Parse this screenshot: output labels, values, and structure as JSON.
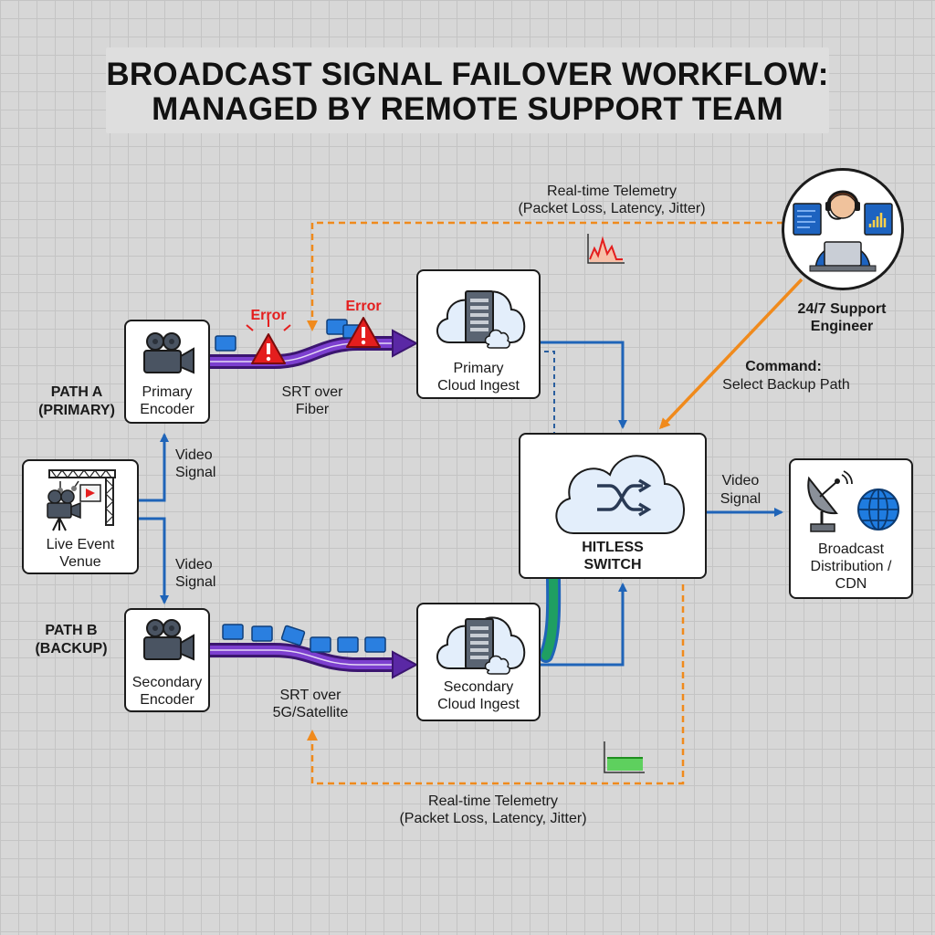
{
  "title": {
    "line1": "BROADCAST SIGNAL FAILOVER WORKFLOW:",
    "line2": "MANAGED BY REMOTE SUPPORT TEAM"
  },
  "nodes": {
    "venue": {
      "line1": "Live Event",
      "line2": "Venue"
    },
    "primary_encoder": {
      "line1": "Primary",
      "line2": "Encoder"
    },
    "secondary_encoder": {
      "line1": "Secondary",
      "line2": "Encoder"
    },
    "primary_ingest": {
      "line1": "Primary",
      "line2": "Cloud Ingest"
    },
    "secondary_ingest": {
      "line1": "Secondary",
      "line2": "Cloud Ingest"
    },
    "hitless_switch": {
      "line1": "HITLESS",
      "line2": "SWITCH"
    },
    "distribution": {
      "line1": "Broadcast",
      "line2": "Distribution /",
      "line3": "CDN"
    },
    "engineer": {
      "line1": "24/7 Support",
      "line2": "Engineer"
    }
  },
  "labels": {
    "path_a": {
      "line1": "PATH A",
      "line2": "(PRIMARY)"
    },
    "path_b": {
      "line1": "PATH B",
      "line2": "(BACKUP)"
    },
    "video_signal_top": {
      "line1": "Video",
      "line2": "Signal"
    },
    "video_signal_bottom": {
      "line1": "Video",
      "line2": "Signal"
    },
    "video_signal_out": {
      "line1": "Video",
      "line2": "Signal"
    },
    "srt_fiber": {
      "line1": "SRT over",
      "line2": "Fiber"
    },
    "srt_5g": {
      "line1": "SRT over",
      "line2": "5G/Satellite"
    },
    "error1": "Error",
    "error2": "Error",
    "telemetry_top": {
      "line1": "Real-time Telemetry",
      "line2": "(Packet Loss, Latency, Jitter)"
    },
    "telemetry_bottom": {
      "line1": "Real-time Telemetry",
      "line2": "(Packet Loss, Latency, Jitter)"
    },
    "command": {
      "line1": "Command:",
      "line2": "Select Backup Path"
    }
  },
  "icons": [
    "movie-camera-icon",
    "stage-truss-icon",
    "cloud-server-icon",
    "shuffle-icon",
    "satellite-dish-icon",
    "globe-icon",
    "warning-icon",
    "error-x-icon",
    "headset-engineer-icon",
    "spike-graph-icon",
    "flat-graph-icon",
    "data-packet-icon"
  ],
  "colors": {
    "stream": "#6a2bb5",
    "link": "#1f64b8",
    "telemetry": "#f08a1c",
    "error": "#e41e1e",
    "switch_active": "#1f9f62"
  }
}
